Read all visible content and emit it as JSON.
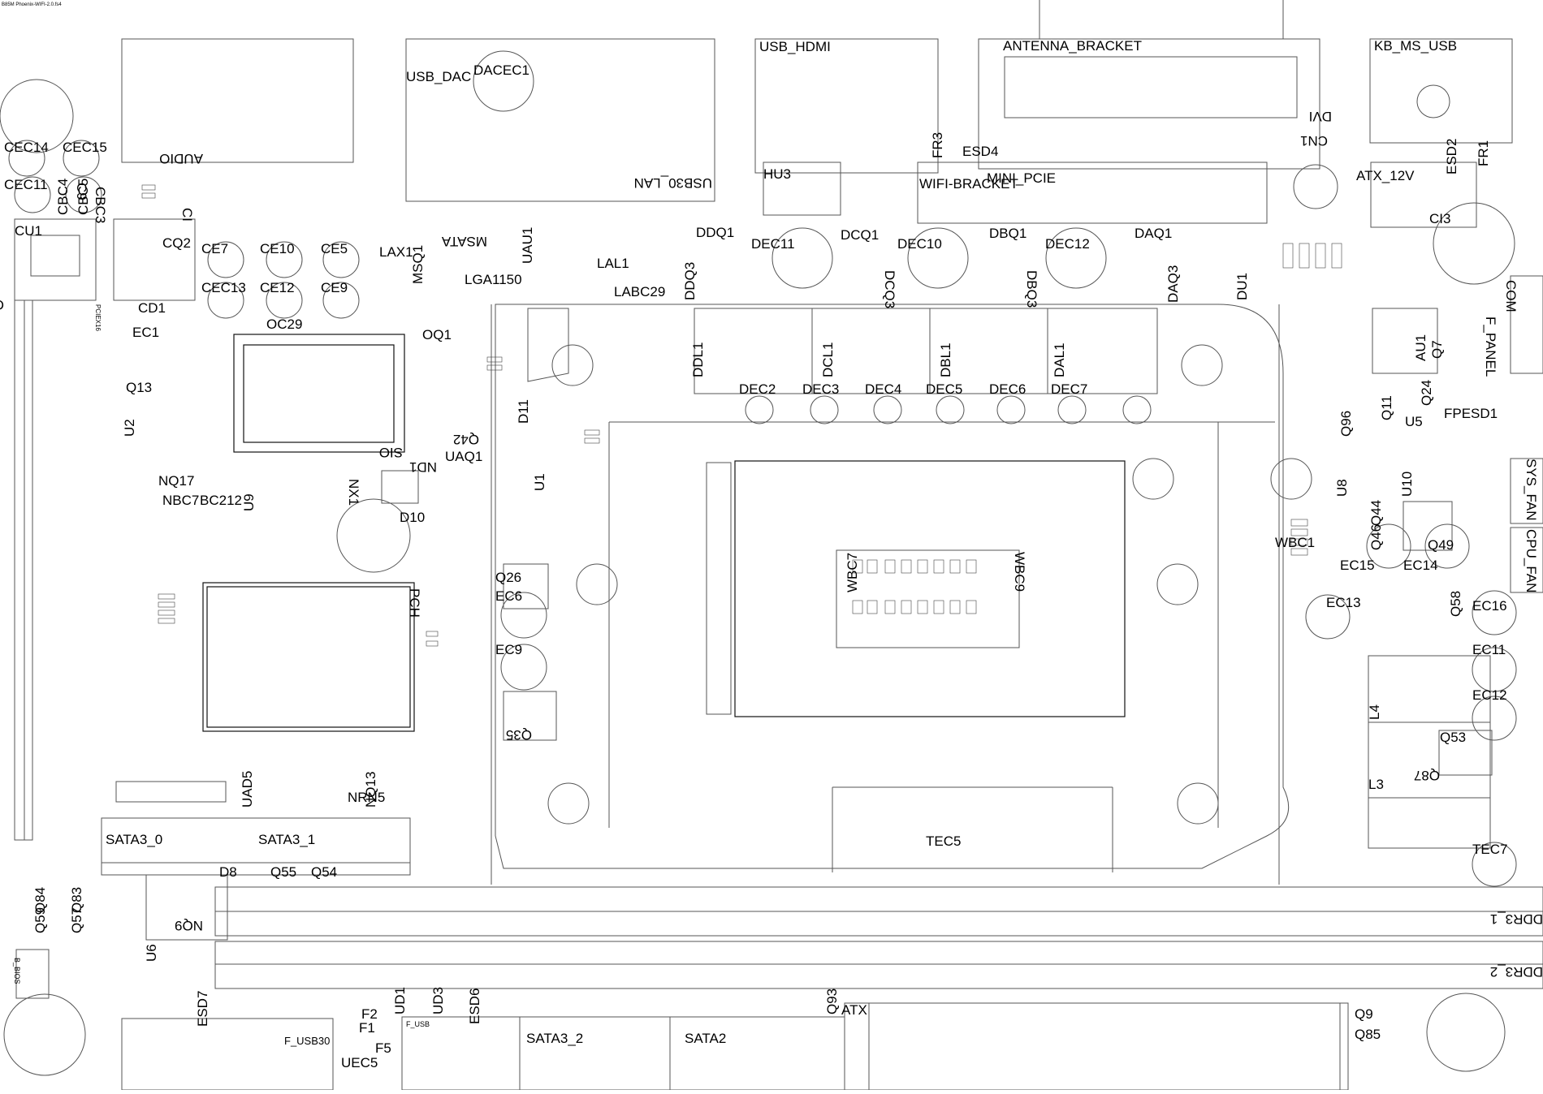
{
  "header": {
    "file_title": "B85M Phoenix-WIFI-2.0.fs4"
  },
  "connectors": {
    "usb_hdmi": "USB_HDMI",
    "antenna_bracket": "ANTENNA_BRACKET",
    "kb_ms_usb": "KB_MS_USB",
    "usb_dac": "USB_DAC",
    "audio": "AUDIO",
    "dvi": "DVI",
    "mini_pcie": "MINI_PCIE",
    "wifi_bracket": "WIFI-BRACKET",
    "atx_12v": "ATX_12V",
    "usb30_lan": "USB30_LAN",
    "msata": "MSATA",
    "lga1150": "LGA1150",
    "com": "COM",
    "f_panel": "F_PANEL",
    "sys_fan": "SYS_FAN",
    "cpu_fan": "CPU_FAN",
    "pch": "PCH",
    "sio": "SIO",
    "sata3_0": "SATA3_0",
    "sata3_1": "SATA3_1",
    "sata3_2": "SATA3_2",
    "sata2": "SATA2",
    "ddr3_1": "DDR3_1",
    "ddr3_2": "DDR3_2",
    "atx": "ATX",
    "f_usb30": "F_USB30",
    "f_usb": "F_USB",
    "pciex16": "PCIEX16",
    "b_bios": "B_BIOS"
  },
  "components_large": [
    "DACEC1",
    "CN1",
    "HU3",
    "ESD4",
    "FR3",
    "ESD2",
    "FR1",
    "CEC14",
    "CEC15",
    "CEC11",
    "CU1",
    "CBC24",
    "CQ2",
    "CE7",
    "CE10",
    "CE5",
    "LAX1",
    "CEC13",
    "CE12",
    "CE9",
    "MSQ1",
    "OC29",
    "OQ1",
    "CD1",
    "EC1",
    "Q13",
    "U2",
    "NQ17",
    "NBC7",
    "BC212",
    "U9",
    "NX1",
    "D10",
    "ND1",
    "Q42",
    "UAQ1",
    "D11",
    "UAU1",
    "U1",
    "LAL1",
    "LABC29",
    "DDQ1",
    "DEC11",
    "DCQ1",
    "DEC10",
    "DBQ1",
    "DEC12",
    "DAQ1",
    "DDQ3",
    "DCQ3",
    "DBQ3",
    "DAQ3",
    "DU1",
    "DDL1",
    "DCL1",
    "DBL1",
    "DAL1",
    "DEC2",
    "DEC3",
    "DEC4",
    "DEC5",
    "DEC6",
    "DEC7",
    "AU1",
    "Q7",
    "Q24",
    "U5",
    "FPESD1",
    "Q11",
    "Q96",
    "U8",
    "U10",
    "Q44",
    "Q46",
    "Q49",
    "WBC1",
    "EC15",
    "EC14",
    "EC13",
    "Q58",
    "EC16",
    "EC11",
    "EC12",
    "L4",
    "Q53",
    "Q87",
    "L3",
    "TEC5",
    "TEC7",
    "Q26",
    "EC6",
    "EC9",
    "Q35",
    "NQ9",
    "D8",
    "Q55",
    "Q54",
    "UAD5",
    "NQ13",
    "NRN5",
    "U6",
    "Q84",
    "Q83",
    "Q59",
    "Q57",
    "ESD7",
    "F2",
    "F1",
    "F5",
    "UD1",
    "UD3",
    "ESD6",
    "UEC5",
    "Q93",
    "Q9",
    "Q85",
    "CI",
    "CBC4",
    "CBC5",
    "C9",
    "CBC3",
    "WBC9",
    "WBC7",
    "CI3"
  ]
}
